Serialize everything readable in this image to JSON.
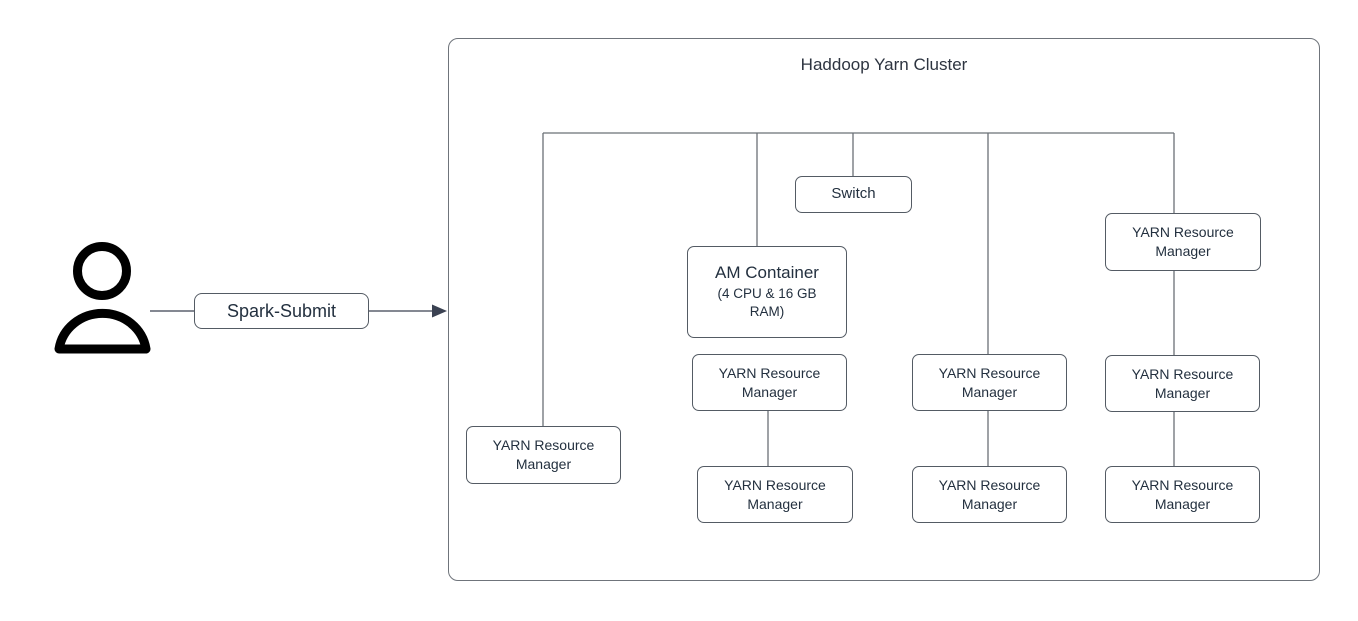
{
  "diagram": {
    "cluster": {
      "title": "Haddoop Yarn Cluster"
    },
    "nodes": {
      "spark_submit": {
        "label": "Spark-Submit"
      },
      "switch": {
        "label": "Switch"
      },
      "am_container": {
        "title": "AM Container",
        "subtitle": "(4 CPU & 16 GB RAM)"
      },
      "yarn_managers": [
        {
          "position": "left-bottom",
          "label": "YARN Resource Manager"
        },
        {
          "position": "center-top",
          "label": "YARN Resource Manager"
        },
        {
          "position": "center-bottom",
          "label": "YARN Resource Manager"
        },
        {
          "position": "mid-right-top",
          "label": "YARN Resource Manager"
        },
        {
          "position": "mid-right-bottom",
          "label": "YARN Resource Manager"
        },
        {
          "position": "right-top",
          "label": "YARN Resource Manager"
        },
        {
          "position": "right-middle",
          "label": "YARN Resource Manager"
        },
        {
          "position": "right-bottom",
          "label": "YARN Resource Manager"
        }
      ]
    },
    "icons": {
      "user": "user-icon"
    },
    "colors": {
      "background": "#ffffff",
      "box_border": "#545b64",
      "container_border": "#6f747b",
      "text": "#23303f",
      "line": "#6b7076",
      "arrow": "#3b4252",
      "icon": "#000000"
    }
  }
}
